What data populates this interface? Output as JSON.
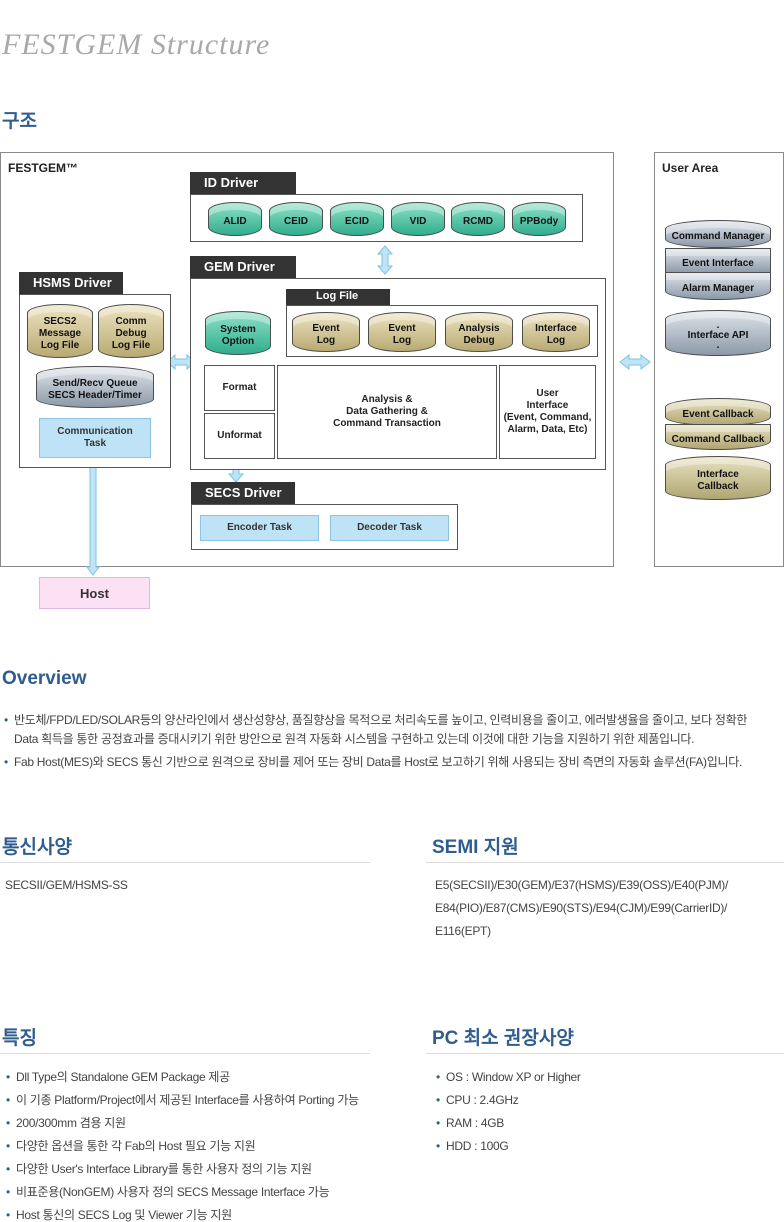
{
  "page_title": "FESTGEM Structure",
  "structure": {
    "heading": "구조",
    "festgem_label": "FESTGEM™",
    "user_area_label": "User Area",
    "id_driver": {
      "title": "ID Driver",
      "items": [
        "ALID",
        "CEID",
        "ECID",
        "VID",
        "RCMD",
        "PPBody"
      ]
    },
    "gem_driver": {
      "title": "GEM Driver",
      "system_option": "System\nOption",
      "log_file_title": "Log File",
      "logs": [
        "Event\nLog",
        "Event\nLog",
        "Analysis\nDebug",
        "Interface\nLog"
      ],
      "format": "Format",
      "unformat": "Unformat",
      "analysis": "Analysis &\nData Gathering &\nCommand Transaction",
      "user_interface": "User\nInterface\n(Event, Command,\nAlarm, Data, Etc)"
    },
    "hsms_driver": {
      "title": "HSMS Driver",
      "secs2_log": "SECS2\nMessage\nLog File",
      "comm_debug": "Comm\nDebug\nLog File",
      "queue": "Send/Recv Queue\nSECS Header/Timer",
      "comm_task": "Communication\nTask"
    },
    "secs_driver": {
      "title": "SECS Driver",
      "encoder": "Encoder Task",
      "decoder": "Decoder Task"
    },
    "host": "Host",
    "user_area": {
      "command_manager": "Command Manager",
      "event_interface": "Event Interface",
      "alarm_manager": "Alarm Manager",
      "interface_api": ".\nInterface API\n.",
      "event_callback": "Event Callback",
      "command_callback": "Command Callback",
      "interface_callback": "Interface\nCallback"
    }
  },
  "overview": {
    "heading": "Overview",
    "items": [
      "반도체/FPD/LED/SOLAR등의 양산라인에서 생산성향상, 품질향상을 목적으로 처리속도를 높이고, 인력비용을 줄이고, 에러발생율을 줄이고, 보다 정확한 Data 획득을 통한 공정효과를 증대시키기 위한 방안으로 원격 자동화 시스템을 구현하고 있는데 이것에 대한 기능을 지원하기 위한 제품입니다.",
      "Fab Host(MES)와 SECS 통신 기반으로 원격으로 장비를 제어 또는 장비 Data를 Host로 보고하기 위해 사용되는 장비 측면의 자동화 솔루션(FA)입니다."
    ]
  },
  "comm_spec": {
    "heading": "통신사양",
    "text": "SECSII/GEM/HSMS-SS"
  },
  "semi": {
    "heading": "SEMI 지원",
    "lines": [
      "E5(SECSII)/E30(GEM)/E37(HSMS)/E39(OSS)/E40(PJM)/",
      "E84(PIO)/E87(CMS)/E90(STS)/E94(CJM)/E99(CarrierID)/",
      "E116(EPT)"
    ]
  },
  "features": {
    "heading": "특징",
    "items": [
      "Dll Type의 Standalone GEM Package 제공",
      "이 기종 Platform/Project에서 제공된 Interface를 사용하여 Porting 가능",
      "200/300mm 겸용 지원",
      "다양한 옵션을 통한 각 Fab의 Host 필요 기능 지원",
      "다양한 User's Interface Library를 통한 사용자 정의 기능 지원",
      "비표준용(NonGEM) 사용자 정의 SECS Message Interface 가능",
      "Host 통신의 SECS Log 및 Viewer 기능 지원"
    ]
  },
  "pc_spec": {
    "heading": "PC 최소 권장사양",
    "items": [
      "OS : Window XP or Higher",
      "CPU : 2.4GHz",
      "RAM : 4GB",
      "HDD : 100G"
    ]
  },
  "colors": {
    "accent": "#2f5d8f",
    "teal_cylinder": "#2fae8d",
    "arrow": "#a8d8ef",
    "host": "#fbe1f3"
  }
}
